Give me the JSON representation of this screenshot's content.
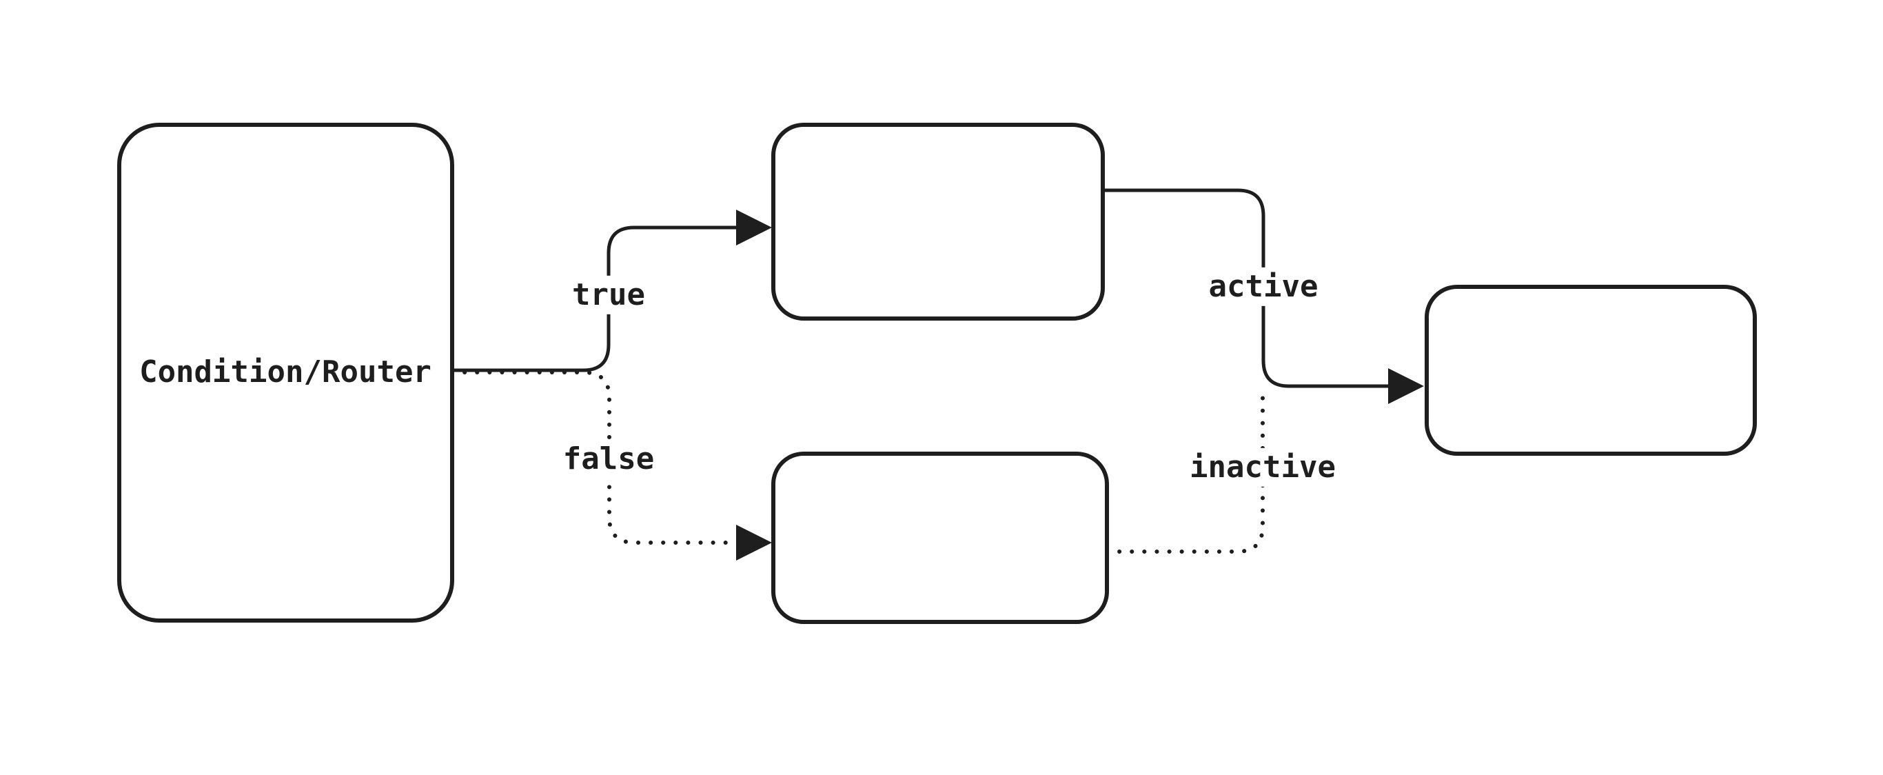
{
  "diagram": {
    "type": "flowchart",
    "background_color": "#ffffff",
    "stroke_color": "#1e1e1e",
    "nodes": [
      {
        "name": "condition-router",
        "label": "Condition/Router"
      },
      {
        "name": "top-branch",
        "label": ""
      },
      {
        "name": "bottom-branch",
        "label": ""
      },
      {
        "name": "result",
        "label": ""
      }
    ],
    "edges": [
      {
        "label": "true",
        "style": "solid-arrow",
        "from": "condition-router",
        "to": "top-branch"
      },
      {
        "label": "false",
        "style": "dotted-arrow",
        "from": "condition-router",
        "to": "bottom-branch"
      },
      {
        "label": "active",
        "style": "solid-arrow",
        "from": "top-branch",
        "to": "result"
      },
      {
        "label": "inactive",
        "style": "dotted-line",
        "from": "bottom-branch",
        "to": "result"
      }
    ]
  }
}
